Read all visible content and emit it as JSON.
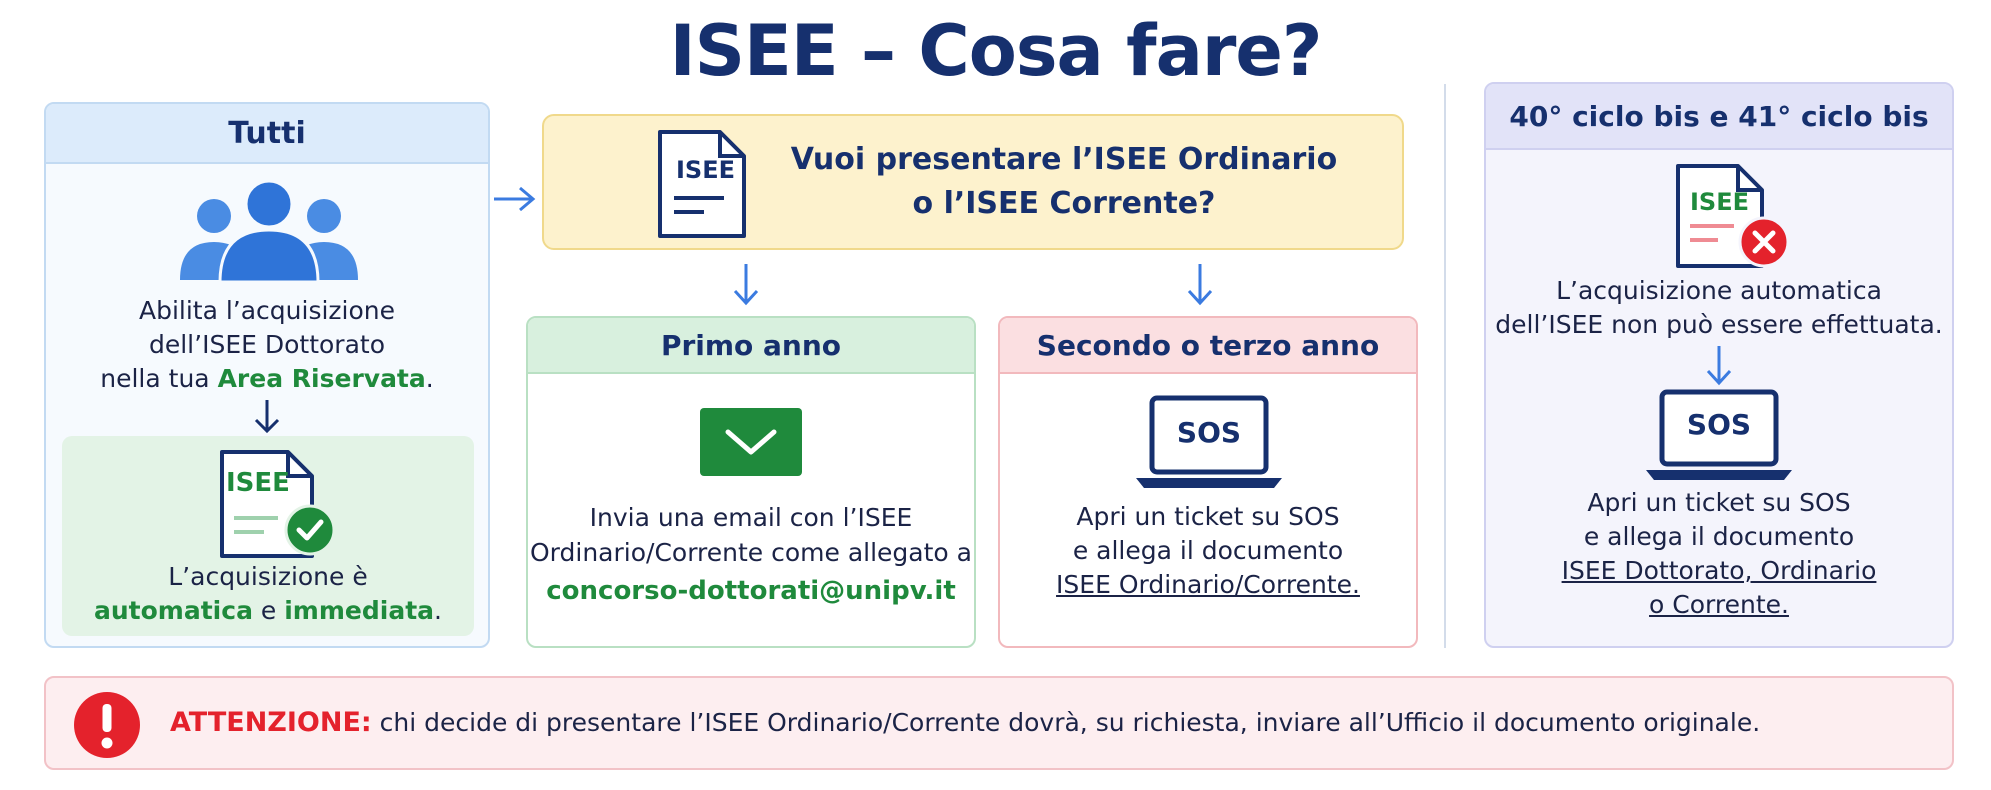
{
  "title": "ISEE – Cosa fare?",
  "colors": {
    "navy": "#16306e",
    "blue_accent": "#3b7be0",
    "green": "#1f8a3c",
    "red_alert": "#e4222c"
  },
  "tutti": {
    "header": "Tutti",
    "line1": "Abilita l’acquisizione",
    "line2": "dell’ISEE Dottorato",
    "line3_prefix": "nella tua ",
    "line3_link": "Area Riservata",
    "line3_suffix": ".",
    "doc_label": "ISEE",
    "sub_line1": "L’acquisizione è",
    "sub_bold1": "automatica",
    "sub_mid": " e ",
    "sub_bold2": "immediata",
    "sub_end": "."
  },
  "question": {
    "doc_label": "ISEE",
    "line1": "Vuoi presentare l’ISEE Ordinario",
    "line2": "o l’ISEE Corrente?"
  },
  "primo": {
    "header": "Primo anno",
    "line1": "Invia una email con l’ISEE",
    "line2": "Ordinario/Corrente come allegato a",
    "email": "concorso-dottorati@unipv.it"
  },
  "secondo": {
    "header": "Secondo o terzo anno",
    "screen_label": "SOS",
    "line1": "Apri un ticket su SOS",
    "line2": "e allega il documento",
    "line3": "ISEE Ordinario/Corrente."
  },
  "ciclo": {
    "header": "40° ciclo bis e 41° ciclo bis",
    "doc_label": "ISEE",
    "line1": "L’acquisizione automatica",
    "line2": "dell’ISEE non può essere effettuata.",
    "screen_label": "SOS",
    "line3": "Apri un ticket su SOS",
    "line4": "e allega il documento",
    "line5": "ISEE Dottorato, Ordinario",
    "line6": "o Corrente."
  },
  "warning": {
    "label": "ATTENZIONE:",
    "text": " chi decide di presentare l’ISEE Ordinario/Corrente dovrà, su richiesta, inviare all’Ufficio il documento originale."
  }
}
